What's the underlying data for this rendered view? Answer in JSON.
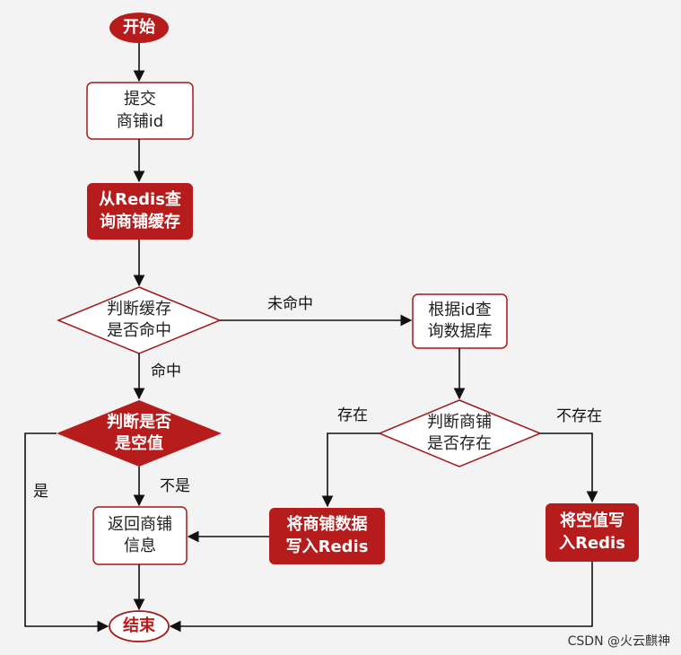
{
  "colors": {
    "red": "#b71c1c",
    "border": "#a11a1a",
    "line": "#111111",
    "bg": "#f3f3f3"
  },
  "nodes": {
    "start": {
      "text": "开始"
    },
    "submit": {
      "line1": "提交",
      "line2": "商铺id"
    },
    "query_cache": {
      "line1": "从Redis查",
      "line2": "询商铺缓存"
    },
    "cache_hit": {
      "line1": "判断缓存",
      "line2": "是否命中"
    },
    "query_db": {
      "line1": "根据id查",
      "line2": "询数据库"
    },
    "is_null": {
      "line1": "判断是否",
      "line2": "是空值"
    },
    "shop_exists": {
      "line1": "判断商铺",
      "line2": "是否存在"
    },
    "return_info": {
      "line1": "返回商铺",
      "line2": "信息"
    },
    "write_shop": {
      "line1": "将商铺数据",
      "line2": "写入Redis"
    },
    "write_null": {
      "line1": "将空值写",
      "line2": "入Redis"
    },
    "end": {
      "text": "结束"
    }
  },
  "edge_labels": {
    "miss": "未命中",
    "hit": "命中",
    "yes": "是",
    "not_yes": "不是",
    "exists": "存在",
    "not_exists": "不存在"
  },
  "watermark": "CSDN @火云麒神"
}
